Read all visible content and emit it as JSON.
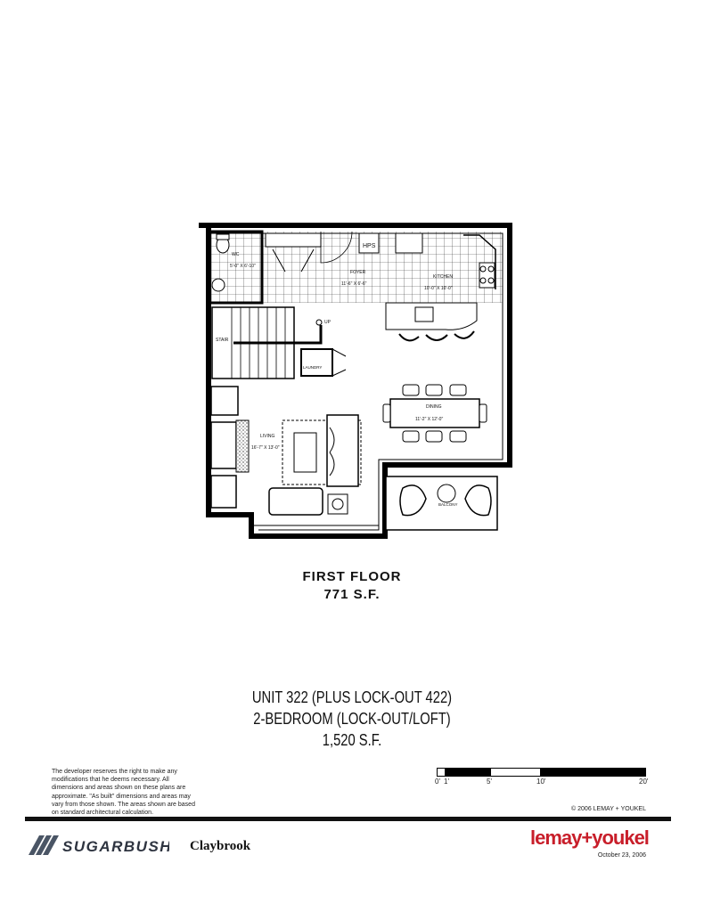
{
  "plan": {
    "rooms": {
      "wc": "WC",
      "wc_dims": "5'-0\" X 6'-10\"",
      "hps": "HPS",
      "foyer": "FOYER",
      "foyer_dims": "11'-6\" X 6'-6\"",
      "kitchen": "KITCHEN",
      "kitchen_dims": "10'-0\" X 10'-0\"",
      "up": "UP",
      "stair": "STAIR",
      "laundry": "LAUNDRY",
      "dining": "DINING",
      "dining_dims": "11'-2\" X 12'-0\"",
      "living": "LIVING",
      "living_dims": "16'-7\" X 13'-0\"",
      "balcony": "BALCONY"
    }
  },
  "floor": {
    "title": "FIRST FLOOR",
    "area": "771 S.F."
  },
  "unit": {
    "line1": "UNIT 322 (PLUS LOCK-OUT 422)",
    "line2": "2-BEDROOM (LOCK-OUT/LOFT)",
    "line3": "1,520 S.F."
  },
  "disclaimer": "The developer reserves the right to make any modifications that he deems necessary.  All dimensions and areas shown on these plans are approximate.  \"As built\" dimensions and areas may vary from those shown.  The areas shown are based on standard architectural calculation.",
  "scale": {
    "ticks": [
      "0'",
      "1'",
      "5'",
      "10'",
      "20'"
    ]
  },
  "copyright": "© 2006  LEMAY + YOUKEL",
  "brand": {
    "sugarbush": "SUGARBUSH",
    "project": "Claybrook",
    "architect": "lemay+youkel",
    "date": "October 23, 2006",
    "architect_color": "#c81e2a"
  }
}
